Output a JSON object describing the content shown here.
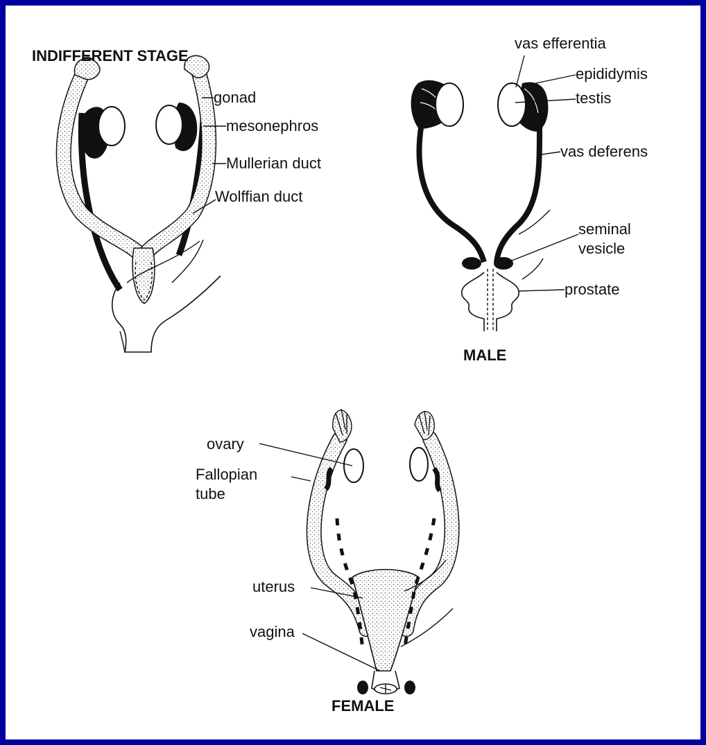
{
  "colors": {
    "frame": "#0000a0",
    "background": "#ffffff",
    "ink": "#111111",
    "stipple": "#b0b0b0"
  },
  "diagrams": {
    "indifferent": {
      "heading": "INDIFFERENT STAGE",
      "labels": {
        "gonad": "gonad",
        "mesonephros": "mesonephros",
        "mullerian": "Mullerian duct",
        "wolffian": "Wolffian duct"
      }
    },
    "male": {
      "heading": "MALE",
      "labels": {
        "vas_efferentia": "vas efferentia",
        "epididymis": "epididymis",
        "testis": "testis",
        "vas_deferens": "vas deferens",
        "seminal_1": "seminal",
        "seminal_2": "vesicle",
        "prostate": "prostate"
      }
    },
    "female": {
      "heading": "FEMALE",
      "labels": {
        "ovary": "ovary",
        "fallopian_1": "Fallopian",
        "fallopian_2": "tube",
        "uterus": "uterus",
        "vagina": "vagina"
      }
    }
  }
}
